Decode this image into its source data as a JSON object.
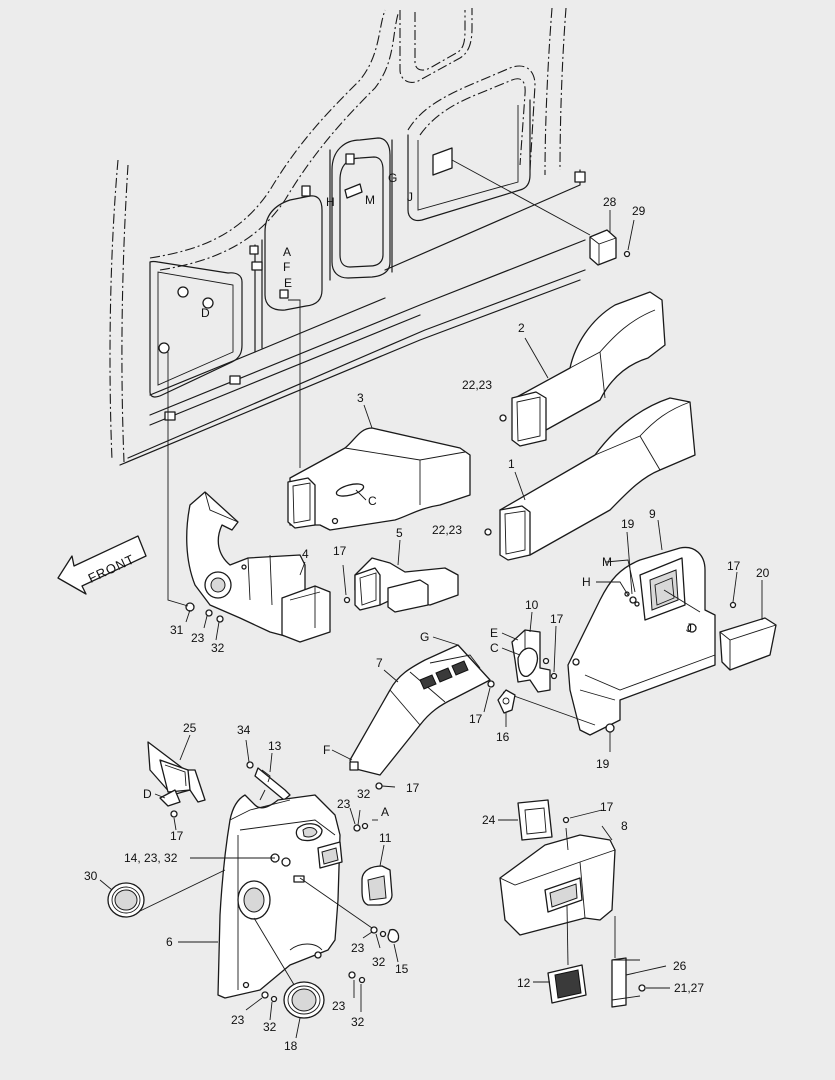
{
  "labels": {
    "p1": "1",
    "p2": "2",
    "p3": "3",
    "p4": "4",
    "p5": "5",
    "p6": "6",
    "p7": "7",
    "p8": "8",
    "p9": "9",
    "p10": "10",
    "p11": "11",
    "p12": "12",
    "p13": "13",
    "p15": "15",
    "p16": "16",
    "p17a": "17",
    "p17b": "17",
    "p17c": "17",
    "p17d": "17",
    "p17e": "17",
    "p17f": "17",
    "p17g": "17",
    "p18": "18",
    "p19a": "19",
    "p19b": "19",
    "p20": "20",
    "p22a": "22,23",
    "p22b": "22,23",
    "p23a": "23",
    "p23b": "23",
    "p23c": "23",
    "p23d": "23",
    "p23e": "23",
    "p24": "24",
    "p25": "25",
    "p26": "26",
    "p21": "21,27",
    "p28": "28",
    "p29": "29",
    "p30": "30",
    "p31": "31",
    "p32a": "32",
    "p32b": "32",
    "p32c": "32",
    "p32d": "32",
    "p32e": "32",
    "p34": "34",
    "p14": "14, 23, 32",
    "refA1": "A",
    "refA2": "A",
    "refB1": "F",
    "refF2": "F",
    "refE1": "E",
    "refE2": "E",
    "refD1": "D",
    "refD2": "D",
    "refC1": "C",
    "refC2": "C",
    "refG1": "G",
    "refG2": "G",
    "refH1": "H",
    "refH2": "H",
    "refM1": "M",
    "refM2": "M",
    "refJ1": "J",
    "refJ2": "J"
  },
  "front_arrow": "FRONT"
}
